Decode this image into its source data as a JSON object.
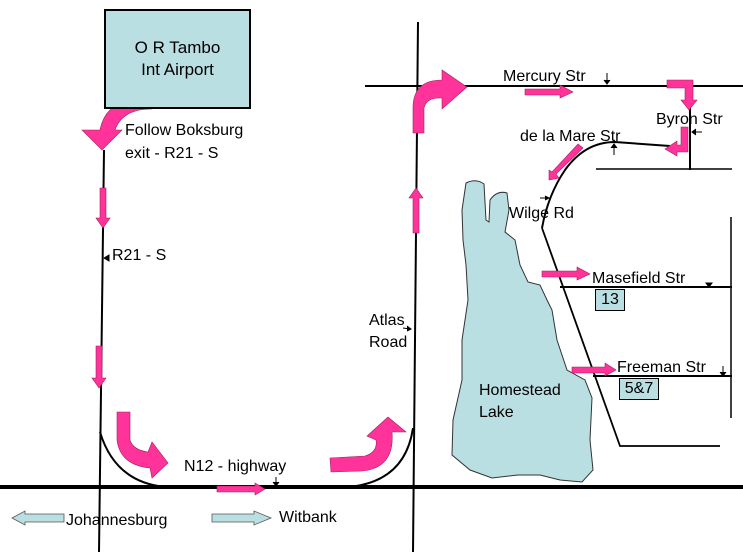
{
  "map": {
    "title": "Route from O R Tambo Int Airport to Freeman Str",
    "colors": {
      "route_arrow": "#ff3399",
      "water": "#b9dfe3",
      "road": "#000000",
      "direction_arrow": "#b9dfe3"
    },
    "landmarks": {
      "airport_line1": "O R Tambo",
      "airport_line2": "Int Airport",
      "lake_line1": "Homestead",
      "lake_line2": "Lake"
    },
    "roads": {
      "follow_line1": "Follow Boksburg",
      "follow_line2": "exit - R21 - S",
      "r21": "R21 - S",
      "n12": "N12 - highway",
      "atlas_line1": "Atlas",
      "atlas_line2": "Road",
      "mercury": "Mercury Str",
      "byron": "Byron Str",
      "de_la_mare": "de la Mare Str",
      "wilge": "Wilge Rd",
      "masefield": "Masefield Str",
      "freeman": "Freeman Str"
    },
    "house_numbers": {
      "masefield": "13",
      "freeman": "5&7"
    },
    "directions": {
      "west": "Johannesburg",
      "east": "Witbank"
    }
  }
}
